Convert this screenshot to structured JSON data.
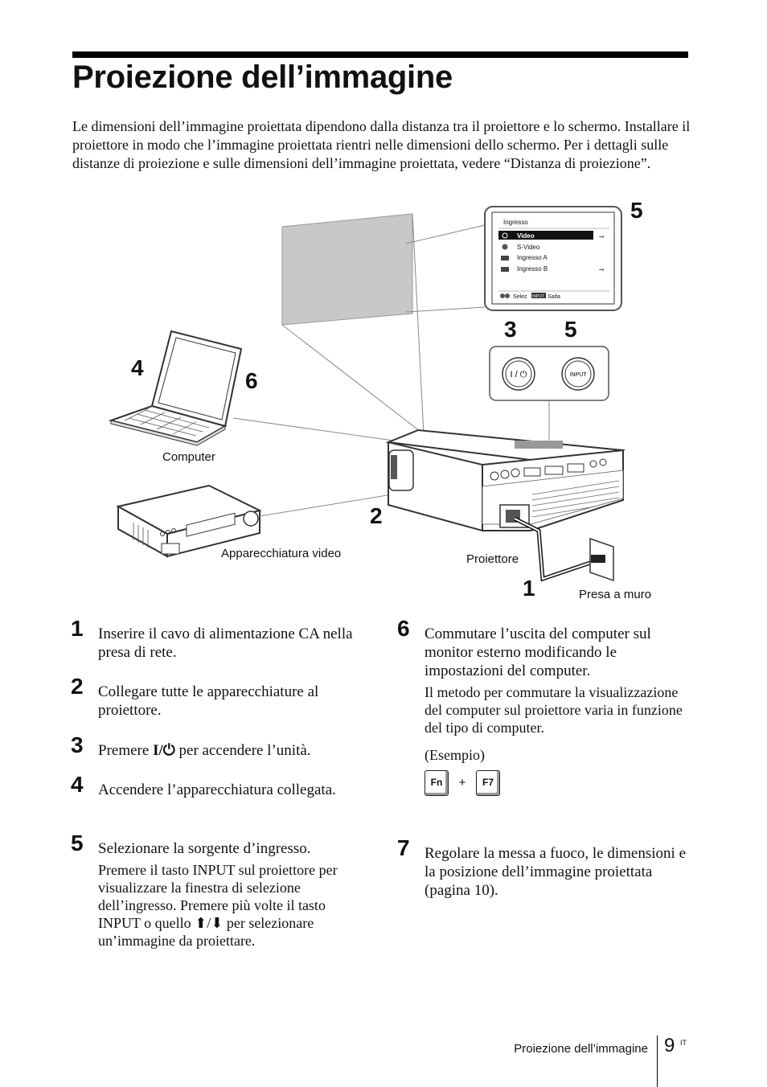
{
  "header": {
    "title": "Proiezione dell’immagine"
  },
  "intro": "Le dimensioni dell’immagine proiettata dipendono dalla distanza tra il proiettore e lo schermo. Installare il proiettore in modo che l’immagine proiettata rientri nelle dimensioni dello schermo. Per i dettagli sulle distanze di proiezione e sulle dimensioni dell’immagine proiettata, vedere “Distanza di proiezione”.",
  "figure": {
    "labels": {
      "computer": "Computer",
      "video_equipment": "Apparecchiatura video",
      "projector": "Proiettore",
      "wall_outlet": "Presa a muro"
    },
    "callouts": {
      "c1": "1",
      "c2": "2",
      "c3": "3",
      "c4": "4",
      "c5a": "5",
      "c5b": "5",
      "c6": "6"
    },
    "osd": {
      "title": "Ingresso",
      "items": [
        "Video",
        "S-Video",
        "Ingresso A",
        "Ingresso B"
      ],
      "footer_select": "Selez",
      "footer_key": "INPUT",
      "footer_skip": "Salta"
    },
    "buttons": {
      "power_label": "I / ⏻",
      "input_label": "INPUT"
    }
  },
  "steps": [
    {
      "n": "1",
      "text": "Inserire il cavo di alimentazione CA nella presa di rete."
    },
    {
      "n": "2",
      "text": "Collegare tutte le apparecchiature al proiettore."
    },
    {
      "n": "3",
      "text_before": "Premere ",
      "symbol": "I/⏻",
      "text_after": " per accendere l’unità."
    },
    {
      "n": "4",
      "text": "Accendere l’apparecchiatura collegata."
    },
    {
      "n": "5",
      "text": "Selezionare la sorgente d’ingresso.",
      "sub": "Premere il tasto INPUT sul proiettore per visualizzare la finestra di selezione dell’ingresso. Premere più volte il tasto INPUT o quello ⬆/⬇ per selezionare un’immagine da proiettare."
    },
    {
      "n": "6",
      "text": "Commutare l’uscita del computer sul monitor esterno modificando le impostazioni del computer.",
      "sub": "Il metodo per commutare la visualizzazione del computer sul proiettore varia in funzione del tipo di computer.",
      "example": "(Esempio)",
      "key1": "Fn",
      "plus": "+",
      "key2": "F7"
    },
    {
      "n": "7",
      "text": "Regolare la messa a fuoco, le dimensioni e la posizione dell’immagine proiettata (pagina 10)."
    }
  ],
  "footer": {
    "section": "Proiezione dell’immagine",
    "page": "9",
    "lang": "IT"
  }
}
